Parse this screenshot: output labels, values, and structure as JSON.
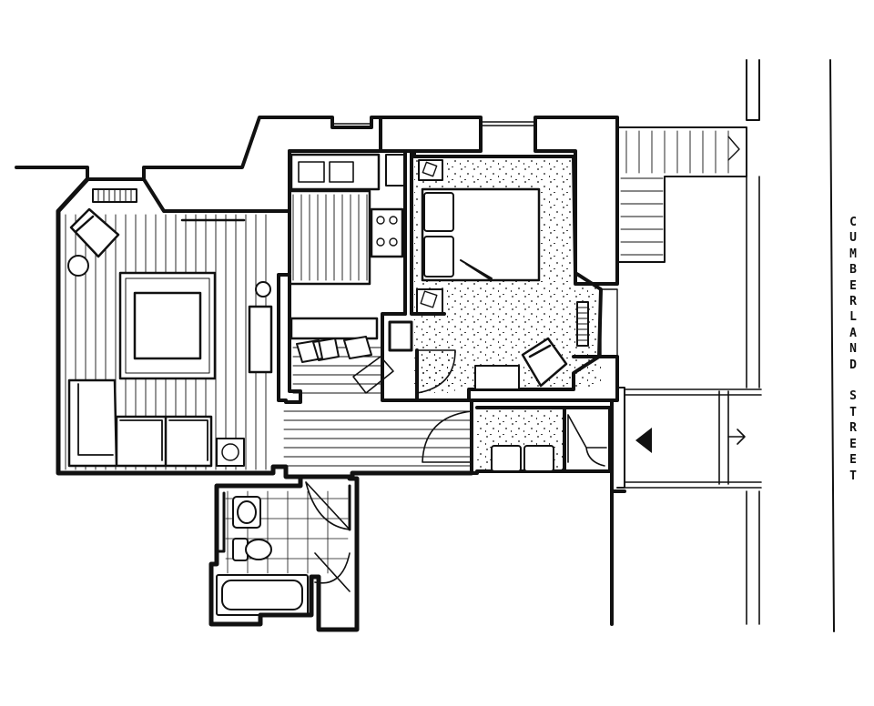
{
  "street": {
    "name": "CUMBERLAND STREET"
  },
  "rooms": [
    {
      "id": "living-room",
      "kind": "living room"
    },
    {
      "id": "kitchen",
      "kind": "kitchen"
    },
    {
      "id": "bedroom",
      "kind": "bedroom"
    },
    {
      "id": "hallway",
      "kind": "hallway"
    },
    {
      "id": "entry-hall",
      "kind": "entry"
    },
    {
      "id": "bathroom",
      "kind": "bathroom"
    },
    {
      "id": "stairwell",
      "kind": "stairs"
    }
  ],
  "entrance_marker": {
    "icon": "triangle-arrow-icon",
    "direction": "left"
  },
  "colors": {
    "ink": "#111111",
    "paper": "#ffffff"
  }
}
